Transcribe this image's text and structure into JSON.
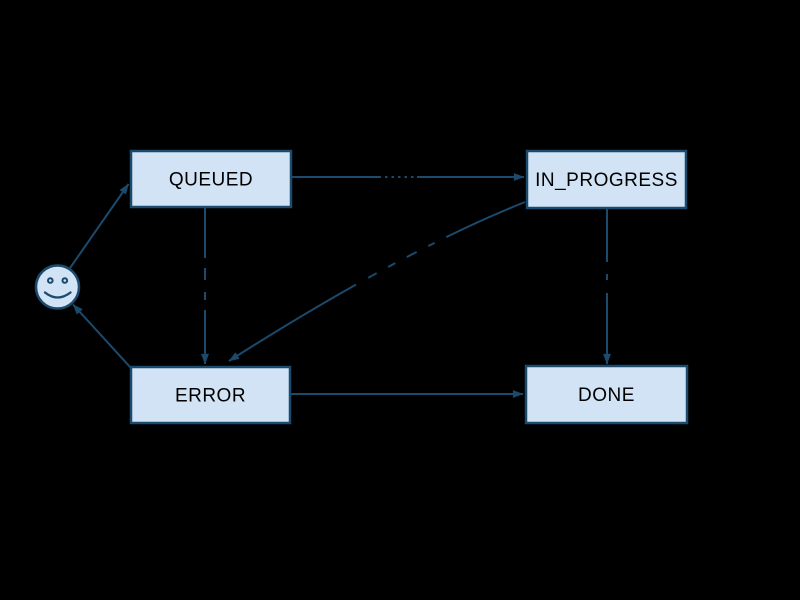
{
  "diagram": {
    "type": "state-machine-graph",
    "background_color": "#000000",
    "node_fill_color": "#d2e3f5",
    "node_border_color": "#1b4a6d",
    "edge_color": "#1b4a6d",
    "node_label_color": "#000000",
    "nodes": {
      "start": {
        "kind": "smiley-face",
        "label": ""
      },
      "queued": {
        "kind": "box",
        "label": "QUEUED"
      },
      "in_progress": {
        "kind": "box",
        "label": "IN_PROGRESS"
      },
      "error": {
        "kind": "box",
        "label": "ERROR"
      },
      "done": {
        "kind": "box",
        "label": "DONE"
      }
    },
    "edges": [
      {
        "from": "start",
        "to": "queued"
      },
      {
        "from": "queued",
        "to": "in_progress",
        "label_obscured": true
      },
      {
        "from": "queued",
        "to": "error",
        "label_obscured": true
      },
      {
        "from": "in_progress",
        "to": "error",
        "label_obscured": true
      },
      {
        "from": "in_progress",
        "to": "done",
        "label_obscured": true
      },
      {
        "from": "error",
        "to": "done"
      },
      {
        "from": "error",
        "to": "start"
      }
    ]
  }
}
